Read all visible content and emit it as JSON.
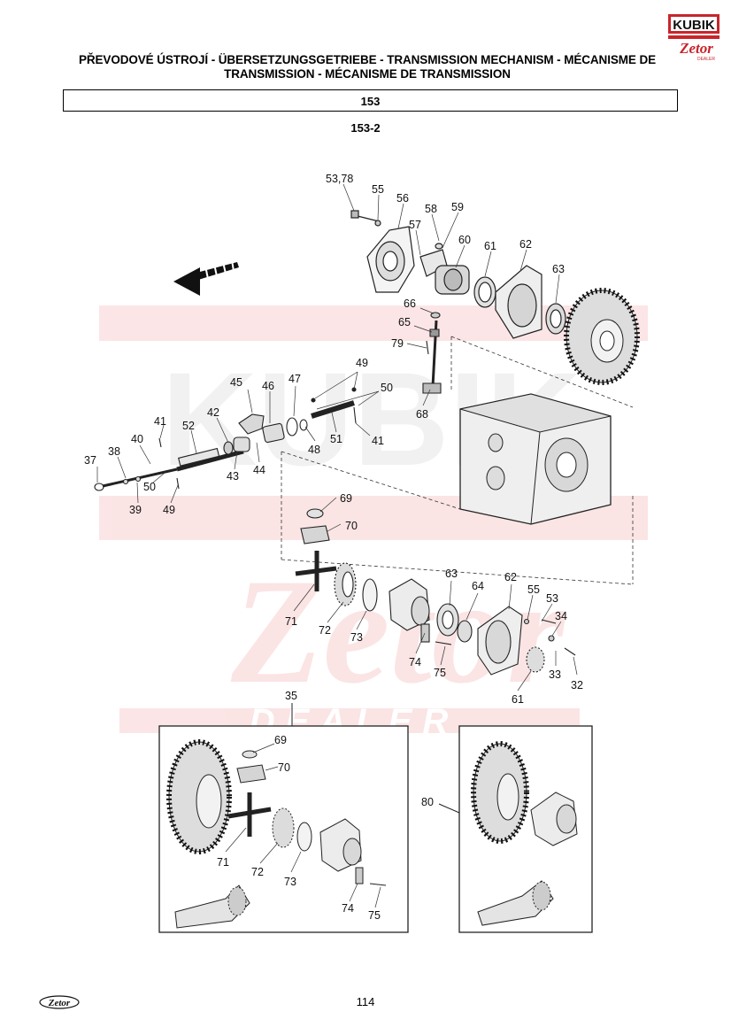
{
  "header": {
    "brand_logo_top": "KUBIK",
    "brand_logo_bottom": "Zetor",
    "brand_logo_sub": "DEALER",
    "title_line1": "PŘEVODOVÉ ÚSTROJÍ - ÜBERSETZUNGSGETRIEBE - TRANSMISSION MECHANISM - MÉCANISME DE",
    "title_line2": "TRANSMISSION - MÉCANISME DE TRANSMISSION",
    "group_code": "153",
    "figure_code": "153-2"
  },
  "watermark": {
    "text_top": "KUBIK",
    "text_middle": "Zetor",
    "text_bottom": "DEALER",
    "color": "#e8363a"
  },
  "callouts": {
    "c53_78": "53,78",
    "c55a": "55",
    "c56": "56",
    "c57": "57",
    "c58": "58",
    "c59": "59",
    "c60": "60",
    "c61a": "61",
    "c62a": "62",
    "c63a": "63",
    "c66": "66",
    "c65": "65",
    "c79": "79",
    "c49a": "49",
    "c50a": "50",
    "c68": "68",
    "c45": "45",
    "c46": "46",
    "c47": "47",
    "c41a": "41",
    "c42": "42",
    "c52": "52",
    "c48": "48",
    "c51": "51",
    "c41b": "41",
    "c40": "40",
    "c38": "38",
    "c37": "37",
    "c43": "43",
    "c44": "44",
    "c50b": "50",
    "c39": "39",
    "c49b": "49",
    "c69a": "69",
    "c70a": "70",
    "c63b": "63",
    "c64": "64",
    "c62b": "62",
    "c55b": "55",
    "c53": "53",
    "c34": "34",
    "c71a": "71",
    "c72a": "72",
    "c73a": "73",
    "c74a": "74",
    "c75a": "75",
    "c61b": "61",
    "c33": "33",
    "c32": "32",
    "c35": "35",
    "c69b": "69",
    "c70b": "70",
    "c71b": "71",
    "c72b": "72",
    "c73b": "73",
    "c74b": "74",
    "c75b": "75",
    "c80": "80"
  },
  "footer": {
    "logo_text": "Zetor",
    "page_number": "114"
  }
}
